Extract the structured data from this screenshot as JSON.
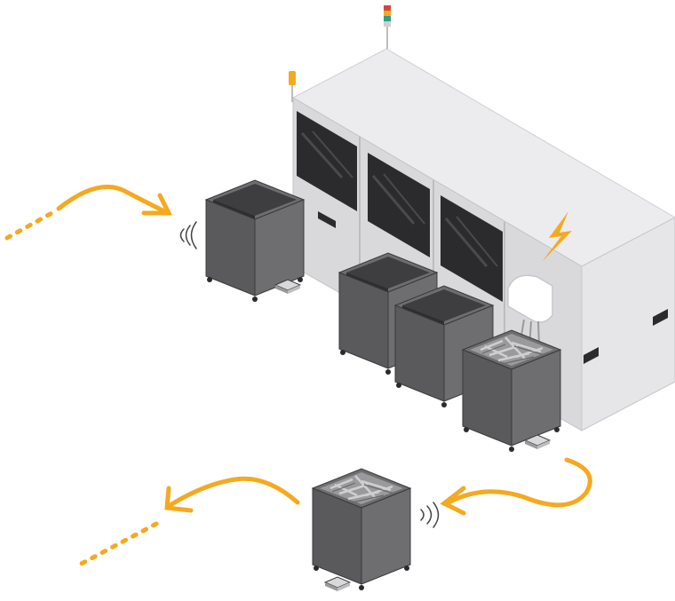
{
  "diagram": {
    "colors": {
      "arrow": "#F5A91E",
      "machine_front": "#D9D9DB",
      "machine_top": "#ECECEE",
      "machine_side": "#E6E6E8",
      "window": "#2B2B2D",
      "bin_front": "#6E6E70",
      "bin_side": "#5A5A5C",
      "bin_inner": "#3E3E40",
      "signal": "#444444",
      "lightning": "#F5A91E"
    },
    "icons": {
      "flow_arrow": "curved-arrow-icon",
      "wireless": "wireless-signal-icon",
      "power": "lightning-bolt-icon",
      "stack_light": "signal-tower-icon"
    },
    "flow": [
      "incoming-empty-bin",
      "filling-stations",
      "outgoing-full-bin"
    ]
  }
}
